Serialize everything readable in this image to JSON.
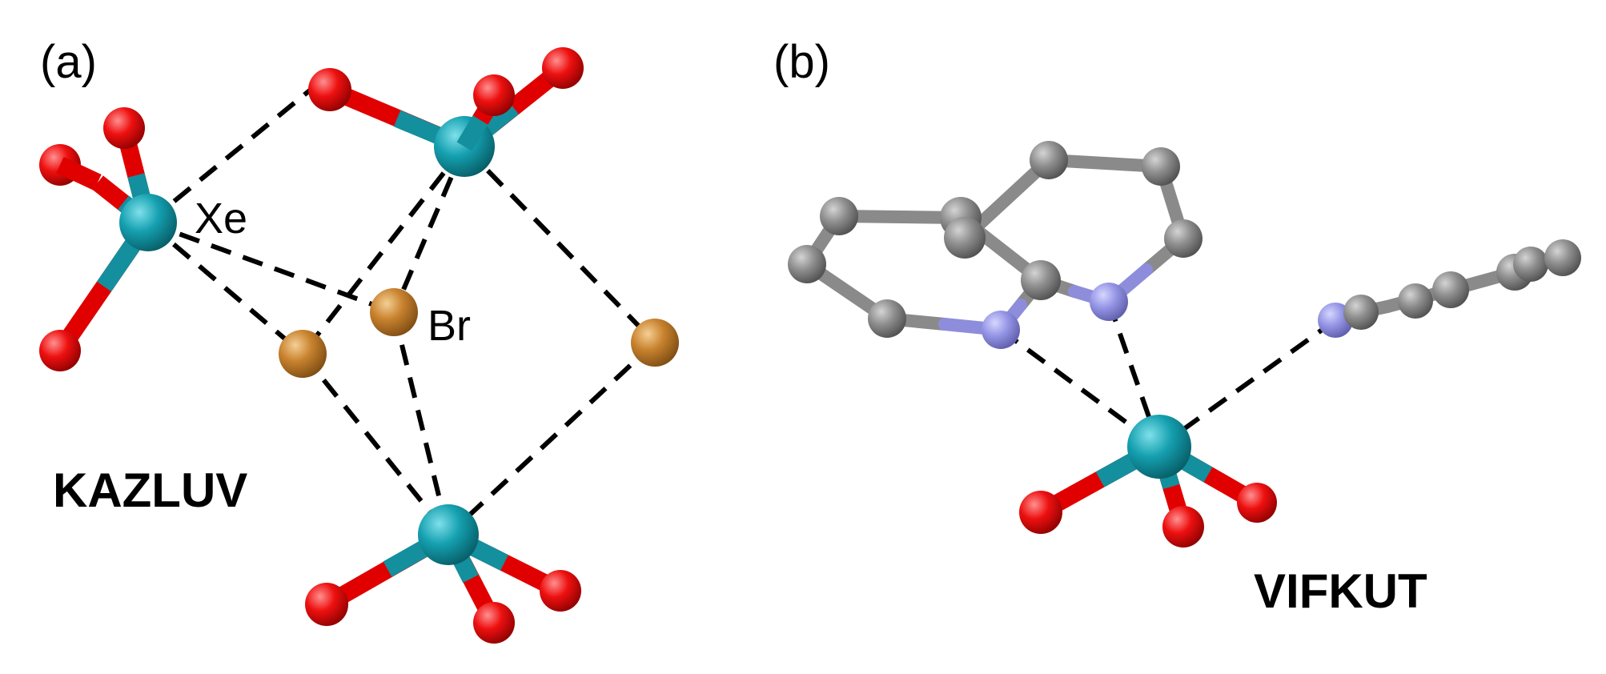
{
  "panels": {
    "a": {
      "label": "(a)",
      "code": "KAZLUV",
      "atom_labels": {
        "xe": "Xe",
        "br": "Br"
      }
    },
    "b": {
      "label": "(b)",
      "code": "VIFKUT"
    }
  },
  "colors": {
    "xenon": "#138f9e",
    "oxygen": "#e00000",
    "bromine": "#c8822e",
    "carbon": "#8a8a8a",
    "nitrogen": "#8d8ddb",
    "contact": "#000000"
  }
}
